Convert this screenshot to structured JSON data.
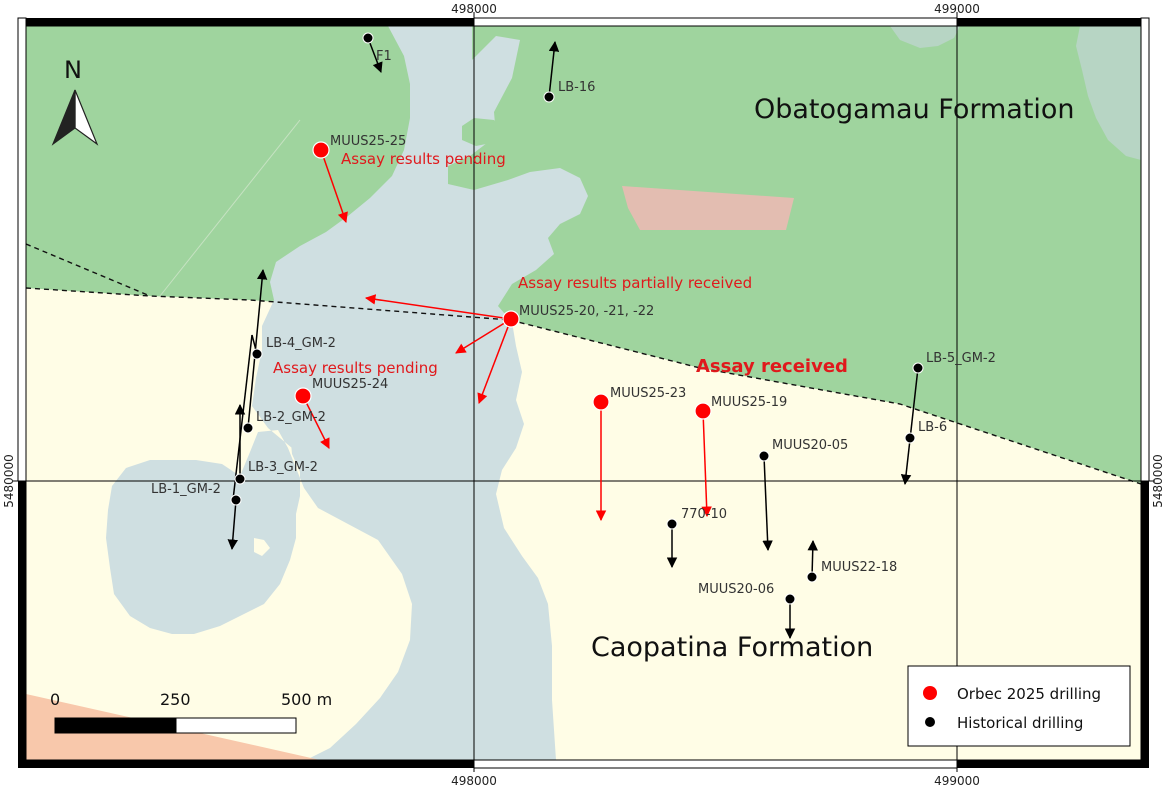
{
  "colors": {
    "green": "#9fd49e",
    "cream": "#fffde6",
    "water": "#cfdfe1",
    "pink": "#e3bdb1",
    "salmon": "#f8c8ab",
    "red": "#ff0000",
    "red_text": "#e0191c",
    "black": "#000000"
  },
  "coordinates": {
    "top": [
      "498000",
      "499000"
    ],
    "bottom": [
      "498000",
      "499000"
    ],
    "left": "5480000",
    "right": "5480000"
  },
  "north_arrow": {
    "label": "N"
  },
  "formations": {
    "obatogamau": "Obatogamau Formation",
    "caopatina": "Caopatina Formation"
  },
  "annotations": {
    "assay_pending_1": "Assay results pending",
    "assay_partial": "Assay results partially received",
    "assay_pending_2": "Assay results pending",
    "assay_received": "Assay received"
  },
  "drill_labels": {
    "muus25_25": "MUUS25-25",
    "muus25_20": "MUUS25-20, -21, -22",
    "muus25_24": "MUUS25-24",
    "muus25_23": "MUUS25-23",
    "muus25_19": "MUUS25-19",
    "f1": "F1",
    "lb16": "LB-16",
    "lb4": "LB-4_GM-2",
    "lb2": "LB-2_GM-2",
    "lb3": "LB-3_GM-2",
    "lb1": "LB-1_GM-2",
    "lb5": "LB-5_GM-2",
    "lb6": "LB-6",
    "muus20_05": "MUUS20-05",
    "h770": "770-10",
    "muus22_18": "MUUS22-18",
    "muus20_06": "MUUS20-06"
  },
  "scale_bar": {
    "labels": [
      "0",
      "250",
      "500 m"
    ]
  },
  "legend": {
    "orbec": "Orbec 2025 drilling",
    "historical": "Historical drilling"
  }
}
